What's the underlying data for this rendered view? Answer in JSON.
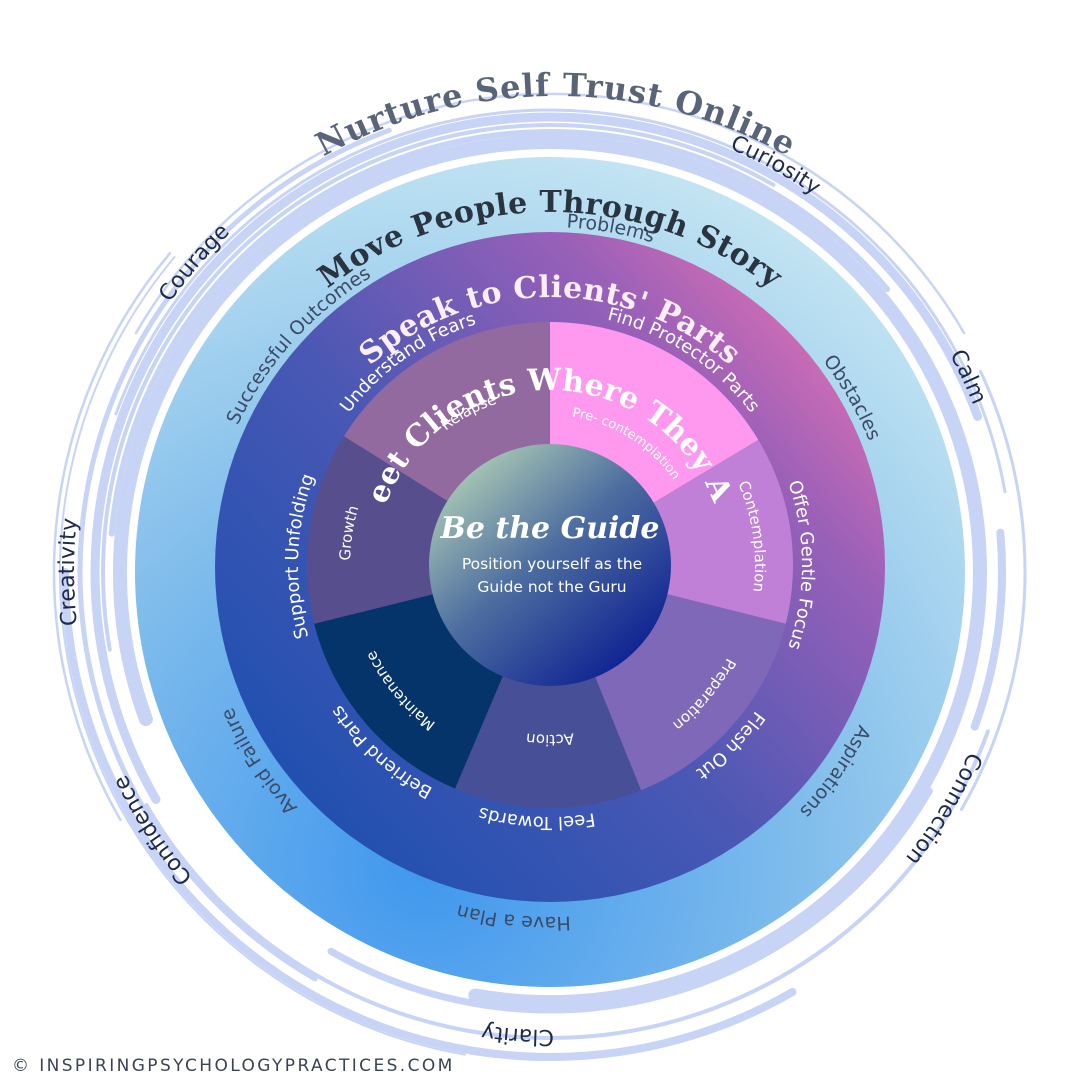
{
  "outer_title": "Nurture Self Trust Online",
  "outer_values": [
    {
      "label": "Curiosity"
    },
    {
      "label": "Calm"
    },
    {
      "label": "Connection"
    },
    {
      "label": "Clarity"
    },
    {
      "label": "Confidence"
    },
    {
      "label": "Creativity"
    },
    {
      "label": "Courage"
    }
  ],
  "story_ring": {
    "title": "Move People Through Story",
    "items": [
      {
        "label": "Problems"
      },
      {
        "label": "Obstacles"
      },
      {
        "label": "Aspirations"
      },
      {
        "label": "Have a Plan"
      },
      {
        "label": "Avoid Failure"
      },
      {
        "label": "Successful Outcomes"
      }
    ]
  },
  "parts_ring": {
    "title": "Speak to Clients' Parts",
    "items": [
      {
        "label": "Find Protector Parts"
      },
      {
        "label": "Offer Gentle Focus"
      },
      {
        "label": "Flesh Out"
      },
      {
        "label": "Feel Towards"
      },
      {
        "label": "Befriend Parts"
      },
      {
        "label": "Support  Unfolding"
      },
      {
        "label": "Understand Fears"
      }
    ]
  },
  "stages_ring": {
    "title": "Meet Clients Where They Are",
    "segments": [
      {
        "label": "Pre- contemplation",
        "color": "#ff99f0"
      },
      {
        "label": "Contemplation",
        "color": "#c080d8"
      },
      {
        "label": "Preparation",
        "color": "#7f68b8"
      },
      {
        "label": "Action",
        "color": "#475096"
      },
      {
        "label": "Maintenance",
        "color": "#05346a"
      },
      {
        "label": "Growth",
        "color": "#574e8e"
      },
      {
        "label": "Relapse",
        "color": "#936a9f"
      }
    ]
  },
  "center": {
    "title": "Be the Guide",
    "subtitle_line1": "Position yourself as the",
    "subtitle_line2": "Guide not the Guru"
  },
  "footer": "© INSPIRINGPSYCHOLOGYPRACTICES.COM",
  "colors": {
    "swirl": "#c8d4f6",
    "dark_text": "#1d2a4a",
    "title_text": "#5a6478",
    "story_text": "#3b4a66"
  }
}
